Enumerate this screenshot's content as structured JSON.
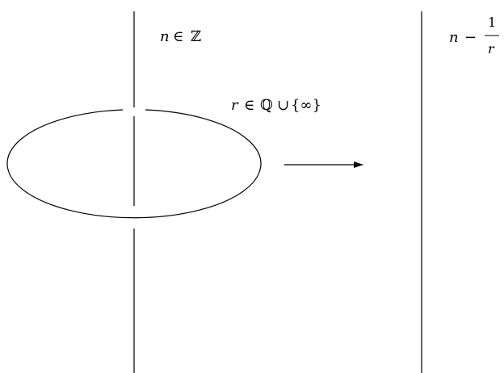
{
  "labels": {
    "left_strand": {
      "variable": "n",
      "relation": "∈",
      "set": "ℤ"
    },
    "surgery_coefficient": {
      "variable": "r",
      "relation": "∈",
      "set_q": "ℚ",
      "union": "∪",
      "infinity_set": "{∞}"
    },
    "result": {
      "variable": "n",
      "minus": "−",
      "numerator": "1",
      "denominator": "r"
    }
  },
  "colors": {
    "stroke": "#000000",
    "background": "#ffffff"
  }
}
